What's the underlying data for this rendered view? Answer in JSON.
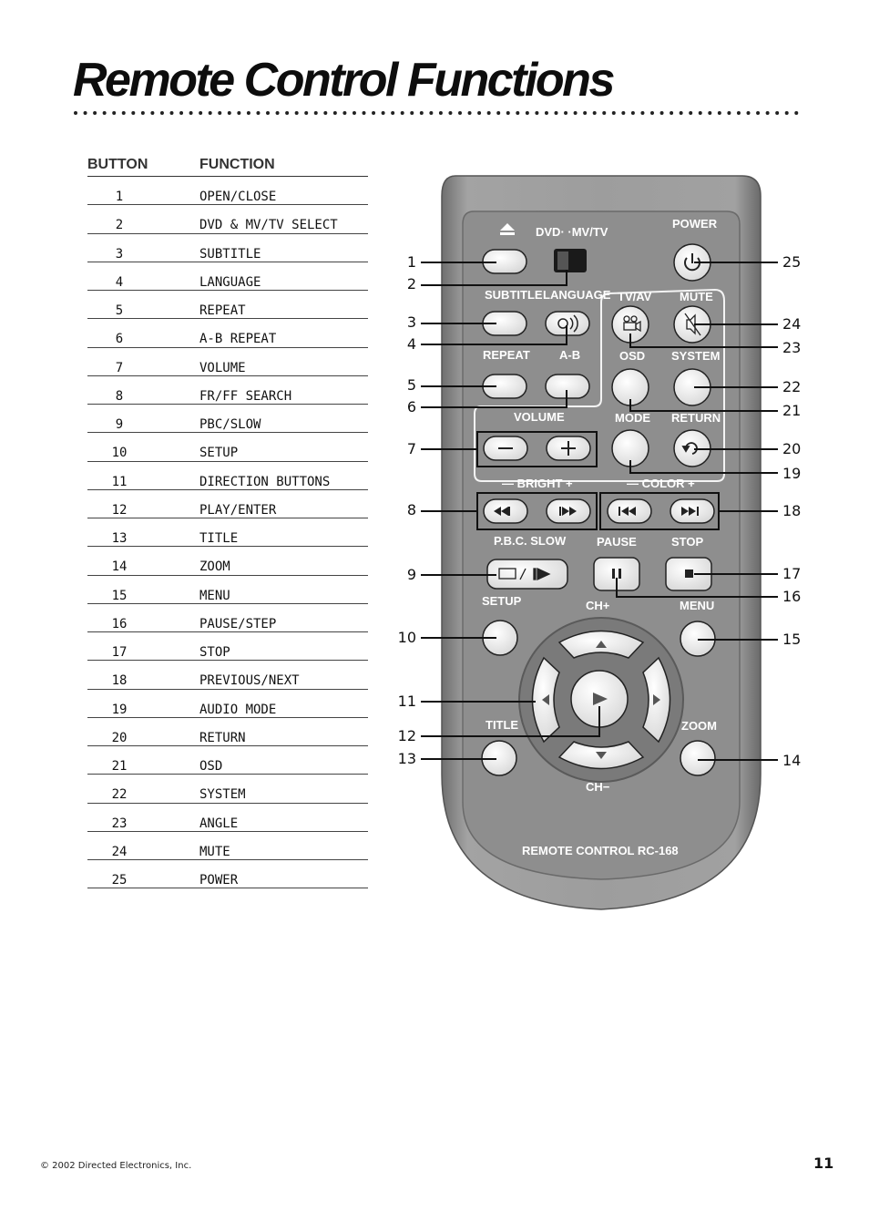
{
  "page_title": "Remote Control Functions",
  "table": {
    "header_button": "BUTTON",
    "header_function": "FUNCTION",
    "rows": [
      {
        "n": "1",
        "f": "OPEN/CLOSE"
      },
      {
        "n": "2",
        "f": "DVD & MV/TV SELECT"
      },
      {
        "n": "3",
        "f": "SUBTITLE"
      },
      {
        "n": "4",
        "f": "LANGUAGE"
      },
      {
        "n": "5",
        "f": "REPEAT"
      },
      {
        "n": "6",
        "f": "A-B REPEAT"
      },
      {
        "n": "7",
        "f": "VOLUME"
      },
      {
        "n": "8",
        "f": "FR/FF SEARCH"
      },
      {
        "n": "9",
        "f": "PBC/SLOW"
      },
      {
        "n": "10",
        "f": "SETUP"
      },
      {
        "n": "11",
        "f": "DIRECTION BUTTONS"
      },
      {
        "n": "12",
        "f": "PLAY/ENTER"
      },
      {
        "n": "13",
        "f": "TITLE"
      },
      {
        "n": "14",
        "f": "ZOOM"
      },
      {
        "n": "15",
        "f": "MENU"
      },
      {
        "n": "16",
        "f": "PAUSE/STEP"
      },
      {
        "n": "17",
        "f": "STOP"
      },
      {
        "n": "18",
        "f": "PREVIOUS/NEXT"
      },
      {
        "n": "19",
        "f": "AUDIO MODE"
      },
      {
        "n": "20",
        "f": "RETURN"
      },
      {
        "n": "21",
        "f": "OSD"
      },
      {
        "n": "22",
        "f": "SYSTEM"
      },
      {
        "n": "23",
        "f": "ANGLE"
      },
      {
        "n": "24",
        "f": "MUTE"
      },
      {
        "n": "25",
        "f": "POWER"
      }
    ]
  },
  "remote": {
    "dvd_mvtv": "DVD·  ·MV/TV",
    "power": "POWER",
    "subtitle": "SUBTITLE",
    "language": "LANGUAGE",
    "tvav": "TV/AV",
    "mute": "MUTE",
    "repeat": "REPEAT",
    "ab": "A-B",
    "osd": "OSD",
    "system": "SYSTEM",
    "volume": "VOLUME",
    "mode": "MODE",
    "return": "RETURN",
    "bright": "— BRIGHT +",
    "color": "— COLOR +",
    "pbc_slow": "P.B.C. SLOW",
    "pause": "PAUSE",
    "stop": "STOP",
    "setup": "SETUP",
    "ch_plus": "CH+",
    "menu": "MENU",
    "title": "TITLE",
    "zoom": "ZOOM",
    "ch_minus": "CH−",
    "model": "REMOTE CONTROL RC-168",
    "callouts_left": [
      "1",
      "2",
      "3",
      "4",
      "5",
      "6",
      "7",
      "8",
      "9",
      "10",
      "11",
      "12",
      "13"
    ],
    "callouts_right": [
      "25",
      "24",
      "23",
      "22",
      "21",
      "20",
      "19",
      "18",
      "17",
      "16",
      "15",
      "14"
    ]
  },
  "footer": "© 2002 Directed Electronics, Inc.",
  "page_number": "11"
}
